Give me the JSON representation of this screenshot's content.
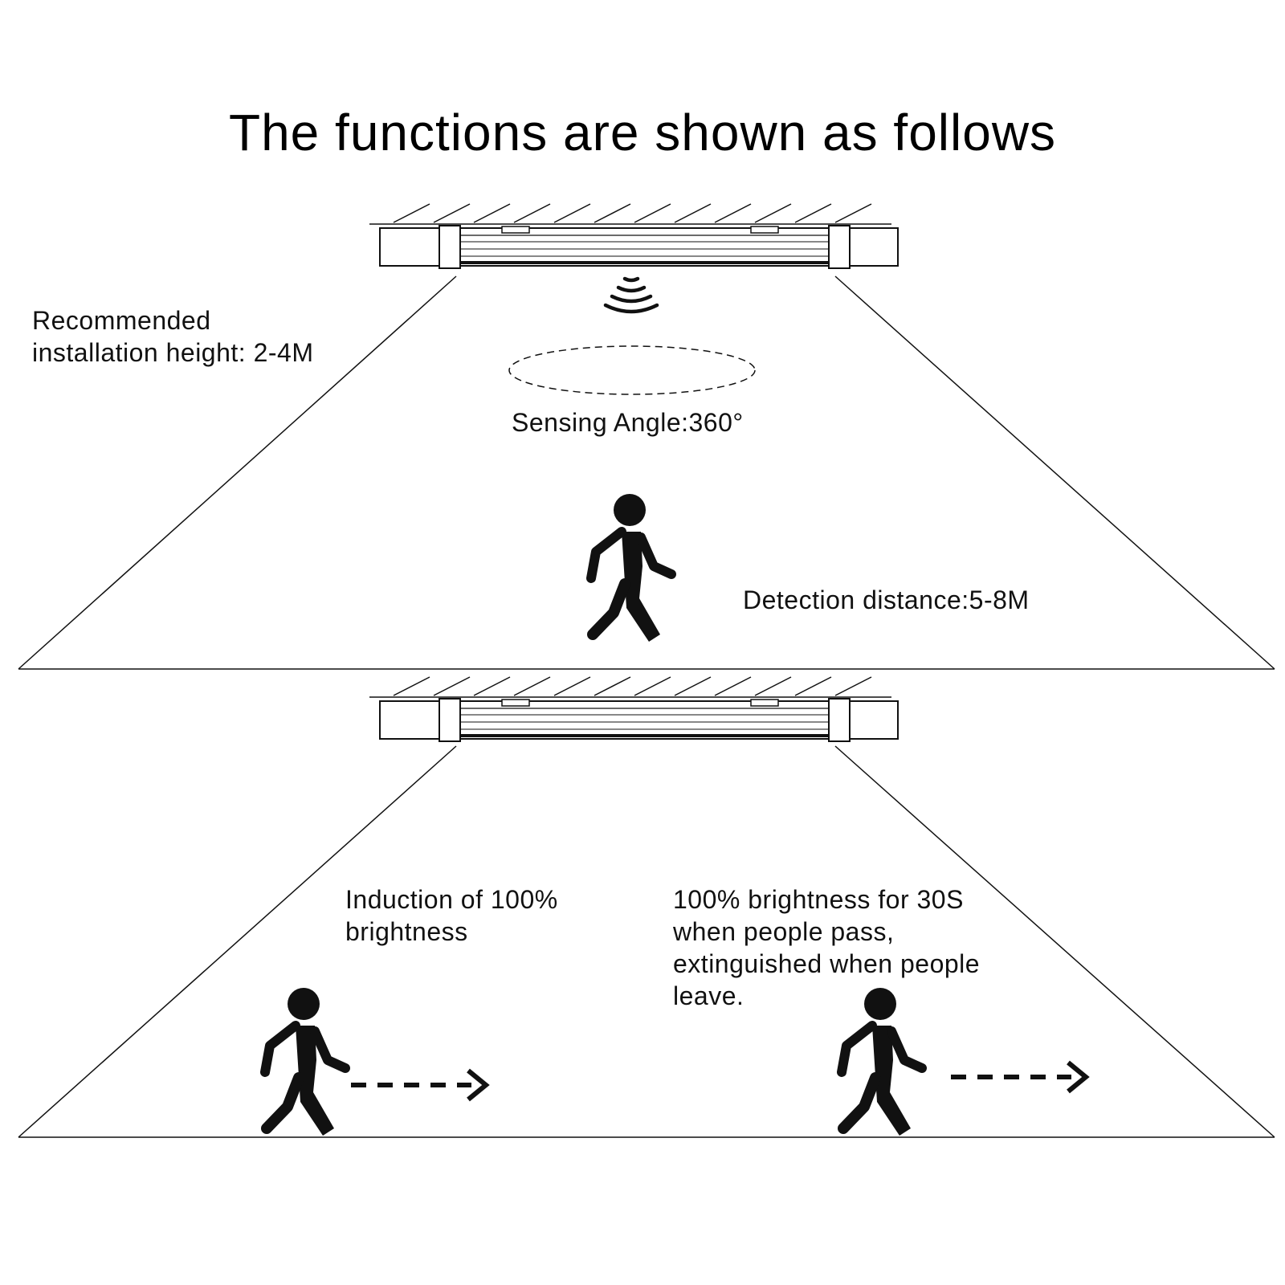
{
  "title": "The functions are shown as follows",
  "top_panel": {
    "installation_height_line1": "Recommended",
    "installation_height_line2": "installation height: 2-4M",
    "sensing_angle": "Sensing Angle:360°",
    "detection_distance": "Detection distance:5-8M"
  },
  "bottom_panel": {
    "induction_line1": "Induction of 100%",
    "induction_line2": "brightness",
    "pass_line1": "100% brightness for 30S",
    "pass_line2": "when people pass,",
    "pass_line3": "extinguished when people",
    "pass_line4": "leave."
  },
  "colors": {
    "ink": "#111111",
    "fixture_fill": "#ffffff",
    "background": "#ffffff"
  },
  "icons": [
    "ceiling-hatch",
    "light-fixture-icon",
    "radar-waves-icon",
    "walking-person-icon",
    "dashed-arrow-icon"
  ]
}
